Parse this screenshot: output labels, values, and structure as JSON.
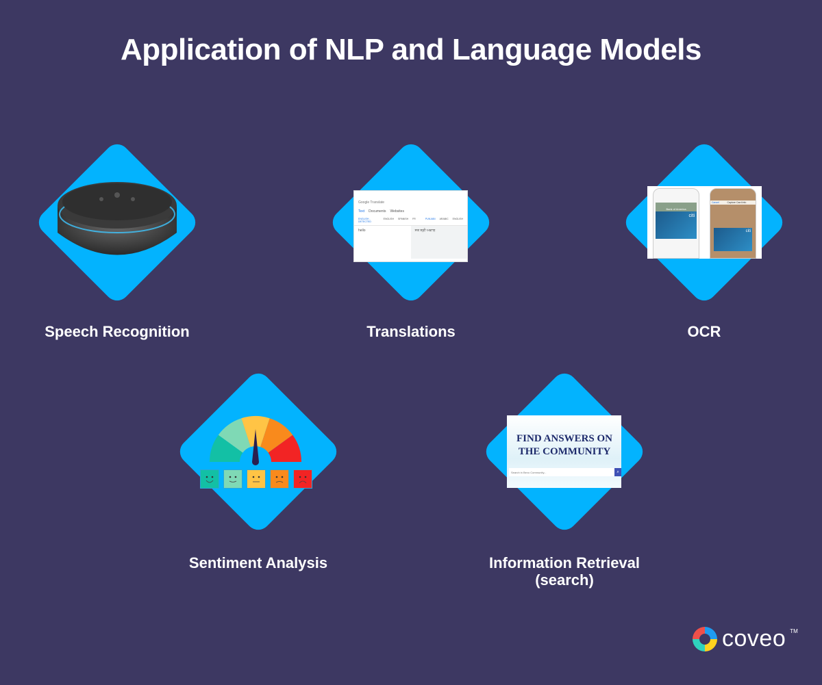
{
  "title": "Application of NLP and Language Models",
  "items": [
    {
      "label": "Speech Recognition"
    },
    {
      "label": "Translations",
      "screenshot": {
        "app": "Google Translate",
        "tabs": [
          "Text",
          "Documents",
          "Websites"
        ],
        "source_langs": [
          "ENGLISH - DETECTED",
          "ENGLISH",
          "SPANISH",
          "FR"
        ],
        "target_langs": [
          "PUNJABI",
          "ARABIC",
          "ENGLISH"
        ],
        "input": "hello",
        "output": "ਸਤ ਸ੍ਰੀ ਅਕਾਲ"
      }
    },
    {
      "label": "OCR",
      "screenshot": {
        "header": "Capture Card Info",
        "cancel": "Cancel",
        "bank": "Bank of America",
        "card_brand": "citi"
      }
    },
    {
      "label": "Sentiment Analysis",
      "gauge_colors": [
        "#13c0a5",
        "#7fd9b5",
        "#ffc445",
        "#f98a1c",
        "#f22424"
      ]
    },
    {
      "label": "Information Retrieval (search)",
      "label_lines": [
        "Information Retrieval",
        "(search)"
      ],
      "screenshot": {
        "heading": "FIND ANSWERS ON THE COMMUNITY",
        "search_placeholder": "Search in Bevo Community..."
      }
    }
  ],
  "logo": {
    "text": "coveo",
    "tm": "TM"
  },
  "colors": {
    "background": "#3d3862",
    "diamond": "#03b3fe"
  }
}
